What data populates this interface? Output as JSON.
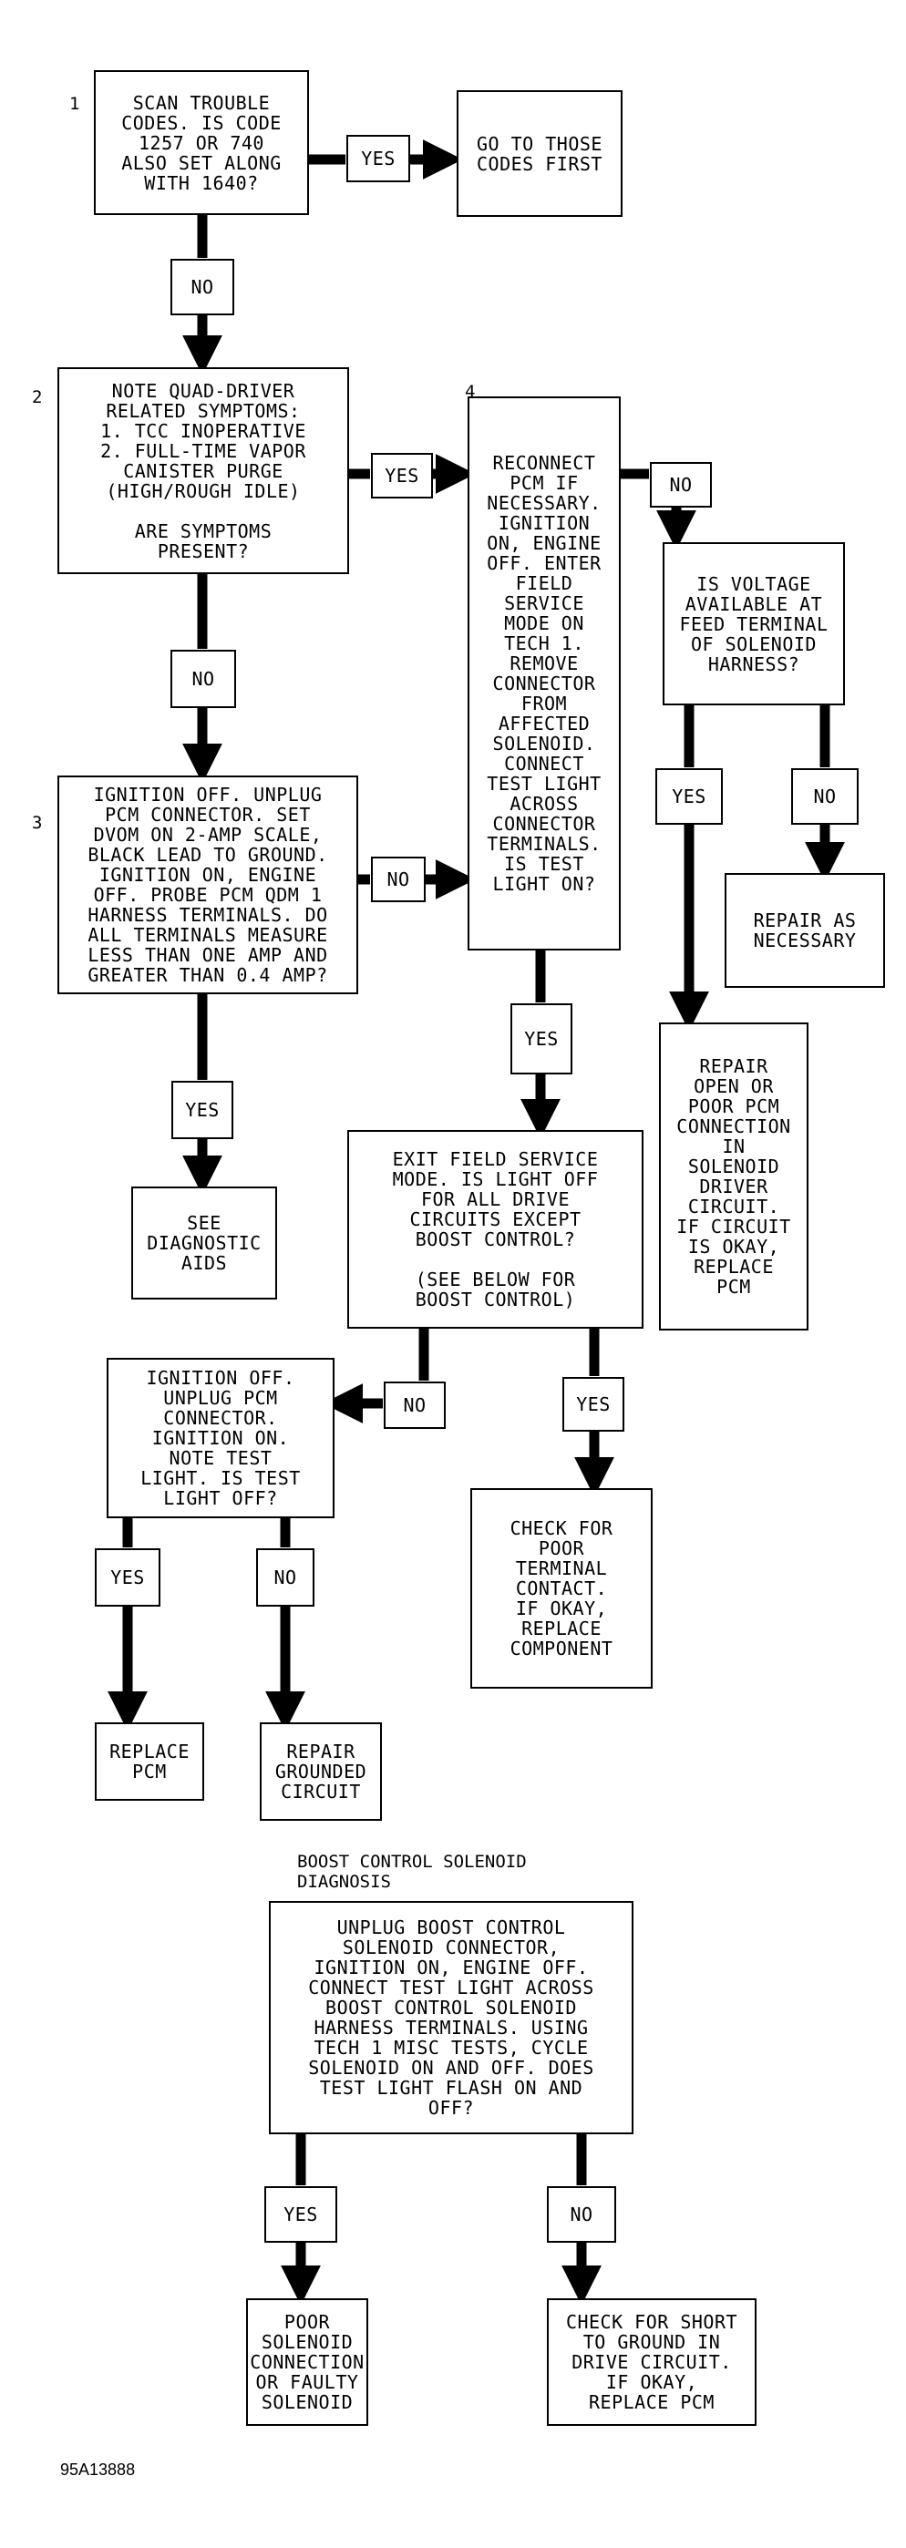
{
  "step_numbers": [
    "1",
    "2",
    "3",
    "4"
  ],
  "boxes": {
    "scan_codes": "SCAN TROUBLE\nCODES. IS CODE\n1257 OR 740\nALSO SET ALONG\nWITH 1640?",
    "goto_codes": "GO TO THOSE\nCODES FIRST",
    "quad_driver": "NOTE QUAD-DRIVER\nRELATED SYMPTOMS:\n1. TCC INOPERATIVE\n2. FULL-TIME VAPOR\nCANISTER PURGE\n(HIGH/ROUGH IDLE)\n\nARE SYMPTOMS\nPRESENT?",
    "ignition_unplug": "IGNITION OFF. UNPLUG\nPCM CONNECTOR. SET\nDVOM ON 2-AMP SCALE,\nBLACK LEAD TO GROUND.\nIGNITION ON, ENGINE\nOFF. PROBE PCM QDM 1\nHARNESS TERMINALS. DO\nALL TERMINALS MEASURE\nLESS THAN ONE AMP AND\nGREATER THAN 0.4 AMP?",
    "diag_aids": "SEE\nDIAGNOSTIC\nAIDS",
    "reconnect_pcm": "RECONNECT\nPCM IF\nNECESSARY.\nIGNITION\nON, ENGINE\nOFF. ENTER\nFIELD\nSERVICE\nMODE ON\nTECH 1.\nREMOVE\nCONNECTOR\nFROM\nAFFECTED\nSOLENOID.\nCONNECT\nTEST LIGHT\nACROSS\nCONNECTOR\nTERMINALS.\nIS TEST\nLIGHT ON?",
    "voltage_avail": "IS VOLTAGE\nAVAILABLE AT\nFEED TERMINAL\nOF SOLENOID\nHARNESS?",
    "repair_necessary": "REPAIR AS\nNECESSARY",
    "repair_open": "REPAIR\nOPEN OR\nPOOR PCM\nCONNECTION\nIN\nSOLENOID\nDRIVER\nCIRCUIT.\nIF CIRCUIT\nIS OKAY,\nREPLACE\nPCM",
    "exit_field": "EXIT FIELD SERVICE\nMODE. IS LIGHT OFF\nFOR ALL DRIVE\nCIRCUITS EXCEPT\nBOOST CONTROL?\n\n(SEE BELOW FOR\nBOOST CONTROL)",
    "ignition_note": "IGNITION OFF.\nUNPLUG PCM\nCONNECTOR.\nIGNITION ON.\nNOTE TEST\nLIGHT. IS TEST\nLIGHT OFF?",
    "check_terminal": "CHECK FOR\nPOOR\nTERMINAL\nCONTACT.\nIF OKAY,\nREPLACE\nCOMPONENT",
    "replace_pcm": "REPLACE\nPCM",
    "repair_grounded": "REPAIR\nGROUNDED\nCIRCUIT",
    "unplug_boost": "UNPLUG BOOST CONTROL\nSOLENOID CONNECTOR,\nIGNITION ON, ENGINE OFF.\nCONNECT TEST LIGHT ACROSS\nBOOST CONTROL SOLENOID\nHARNESS TERMINALS. USING\nTECH 1 MISC TESTS, CYCLE\nSOLENOID ON AND OFF. DOES\nTEST LIGHT FLASH ON AND\nOFF?",
    "poor_solenoid": "POOR\nSOLENOID\nCONNECTION\nOR FAULTY\nSOLENOID",
    "check_short": "CHECK FOR SHORT\nTO GROUND IN\nDRIVE CIRCUIT.\nIF OKAY,\nREPLACE PCM"
  },
  "labels": {
    "yes": "YES",
    "no": "NO"
  },
  "boost_heading": "BOOST CONTROL SOLENOID\nDIAGNOSIS",
  "figure_id": "95A13888",
  "colors": {
    "line": "#000000",
    "background": "#ffffff"
  }
}
